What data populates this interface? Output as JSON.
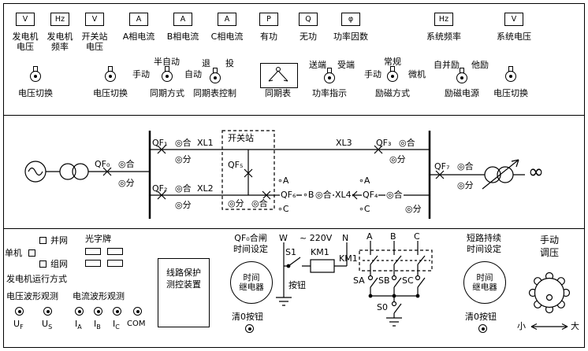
{
  "top": {
    "meters": [
      {
        "symbol": "V",
        "label": "发电机\n电压"
      },
      {
        "symbol": "Hz",
        "label": "发电机\n频率"
      },
      {
        "symbol": "V",
        "label": "开关站\n电压"
      },
      {
        "symbol": "A",
        "label": "A相电流"
      },
      {
        "symbol": "A",
        "label": "B相电流"
      },
      {
        "symbol": "A",
        "label": "C相电流"
      },
      {
        "symbol": "P",
        "label": "有功"
      },
      {
        "symbol": "Q",
        "label": "无功"
      },
      {
        "symbol": "φ",
        "label": "功率因数"
      },
      {
        "symbol": "Hz",
        "label": "系统频率"
      },
      {
        "symbol": "V",
        "label": "系统电压"
      }
    ],
    "volt_sw1": "电压切换",
    "volt_sw2": "电压切换",
    "volt_sw3": "电压切换",
    "sync_mode": {
      "label": "同期方式",
      "manual": "手动",
      "semi": "半自动",
      "auto": "自动"
    },
    "sync_ctrl": {
      "label": "同期表控制",
      "out": "退",
      "in": "投"
    },
    "sync_meter": {
      "label": "同期表"
    },
    "power_ind": {
      "label": "功率指示",
      "send": "送端",
      "recv": "受端"
    },
    "exc_mode": {
      "label": "励磁方式",
      "manual": "手动",
      "normal": "常规",
      "micro": "微机"
    },
    "exc_src": {
      "label": "励磁电源",
      "selfexc": "自并励",
      "extexc": "他励"
    }
  },
  "middle": {
    "qf0": "QF₀",
    "qf1": "QF₁",
    "qf2": "QF₂",
    "qf3": "QF₃",
    "qf4": "QF₄",
    "qf5": "QF₅",
    "qf6": "QF₆",
    "qf7": "QF₇",
    "xl1": "XL1",
    "xl2": "XL2",
    "xl3": "XL3",
    "xl4": "XL4",
    "station": "开关站",
    "on": "◎合",
    "off": "◎分",
    "tap_a": "∘A",
    "tap_b": "∘B",
    "tap_c": "∘C",
    "infinity": "∞"
  },
  "bottom": {
    "gen_mode": {
      "title": "发电机运行方式",
      "single": "单机",
      "parallel": "并网",
      "network": "组网",
      "annunciator": "光字牌"
    },
    "u_obs": {
      "title": "电压波形观测",
      "t1m": "U",
      "t1s": "F",
      "t2m": "U",
      "t2s": "S"
    },
    "i_obs": {
      "title": "电流波形观测",
      "t1m": "I",
      "t1s": "A",
      "t2m": "I",
      "t2s": "B",
      "t3m": "I",
      "t3s": "C",
      "t4": "COM"
    },
    "protection": {
      "l1": "线路保护",
      "l2": "测控装置"
    },
    "qf0_set": {
      "l1": "QF₀合闸",
      "l2": "时间设定",
      "relay_l1": "时间",
      "relay_l2": "继电器",
      "clear": "清0按钮"
    },
    "ctrl": {
      "w": "W",
      "volt": "~ 220V",
      "n": "N",
      "s1": "S1",
      "km1": "KM1",
      "button": "按钮"
    },
    "phase": {
      "a": "A",
      "b": "B",
      "c": "C",
      "km1": "KM1",
      "sa": "SA",
      "sb": "SB",
      "sc": "SC",
      "s0": "S0"
    },
    "short_set": {
      "l1": "短路持续",
      "l2": "时间设定",
      "relay_l1": "时间",
      "relay_l2": "继电器",
      "clear": "清0按钮"
    },
    "manual_reg": {
      "l1": "手动",
      "l2": "调压",
      "min": "小",
      "max": "大"
    }
  }
}
